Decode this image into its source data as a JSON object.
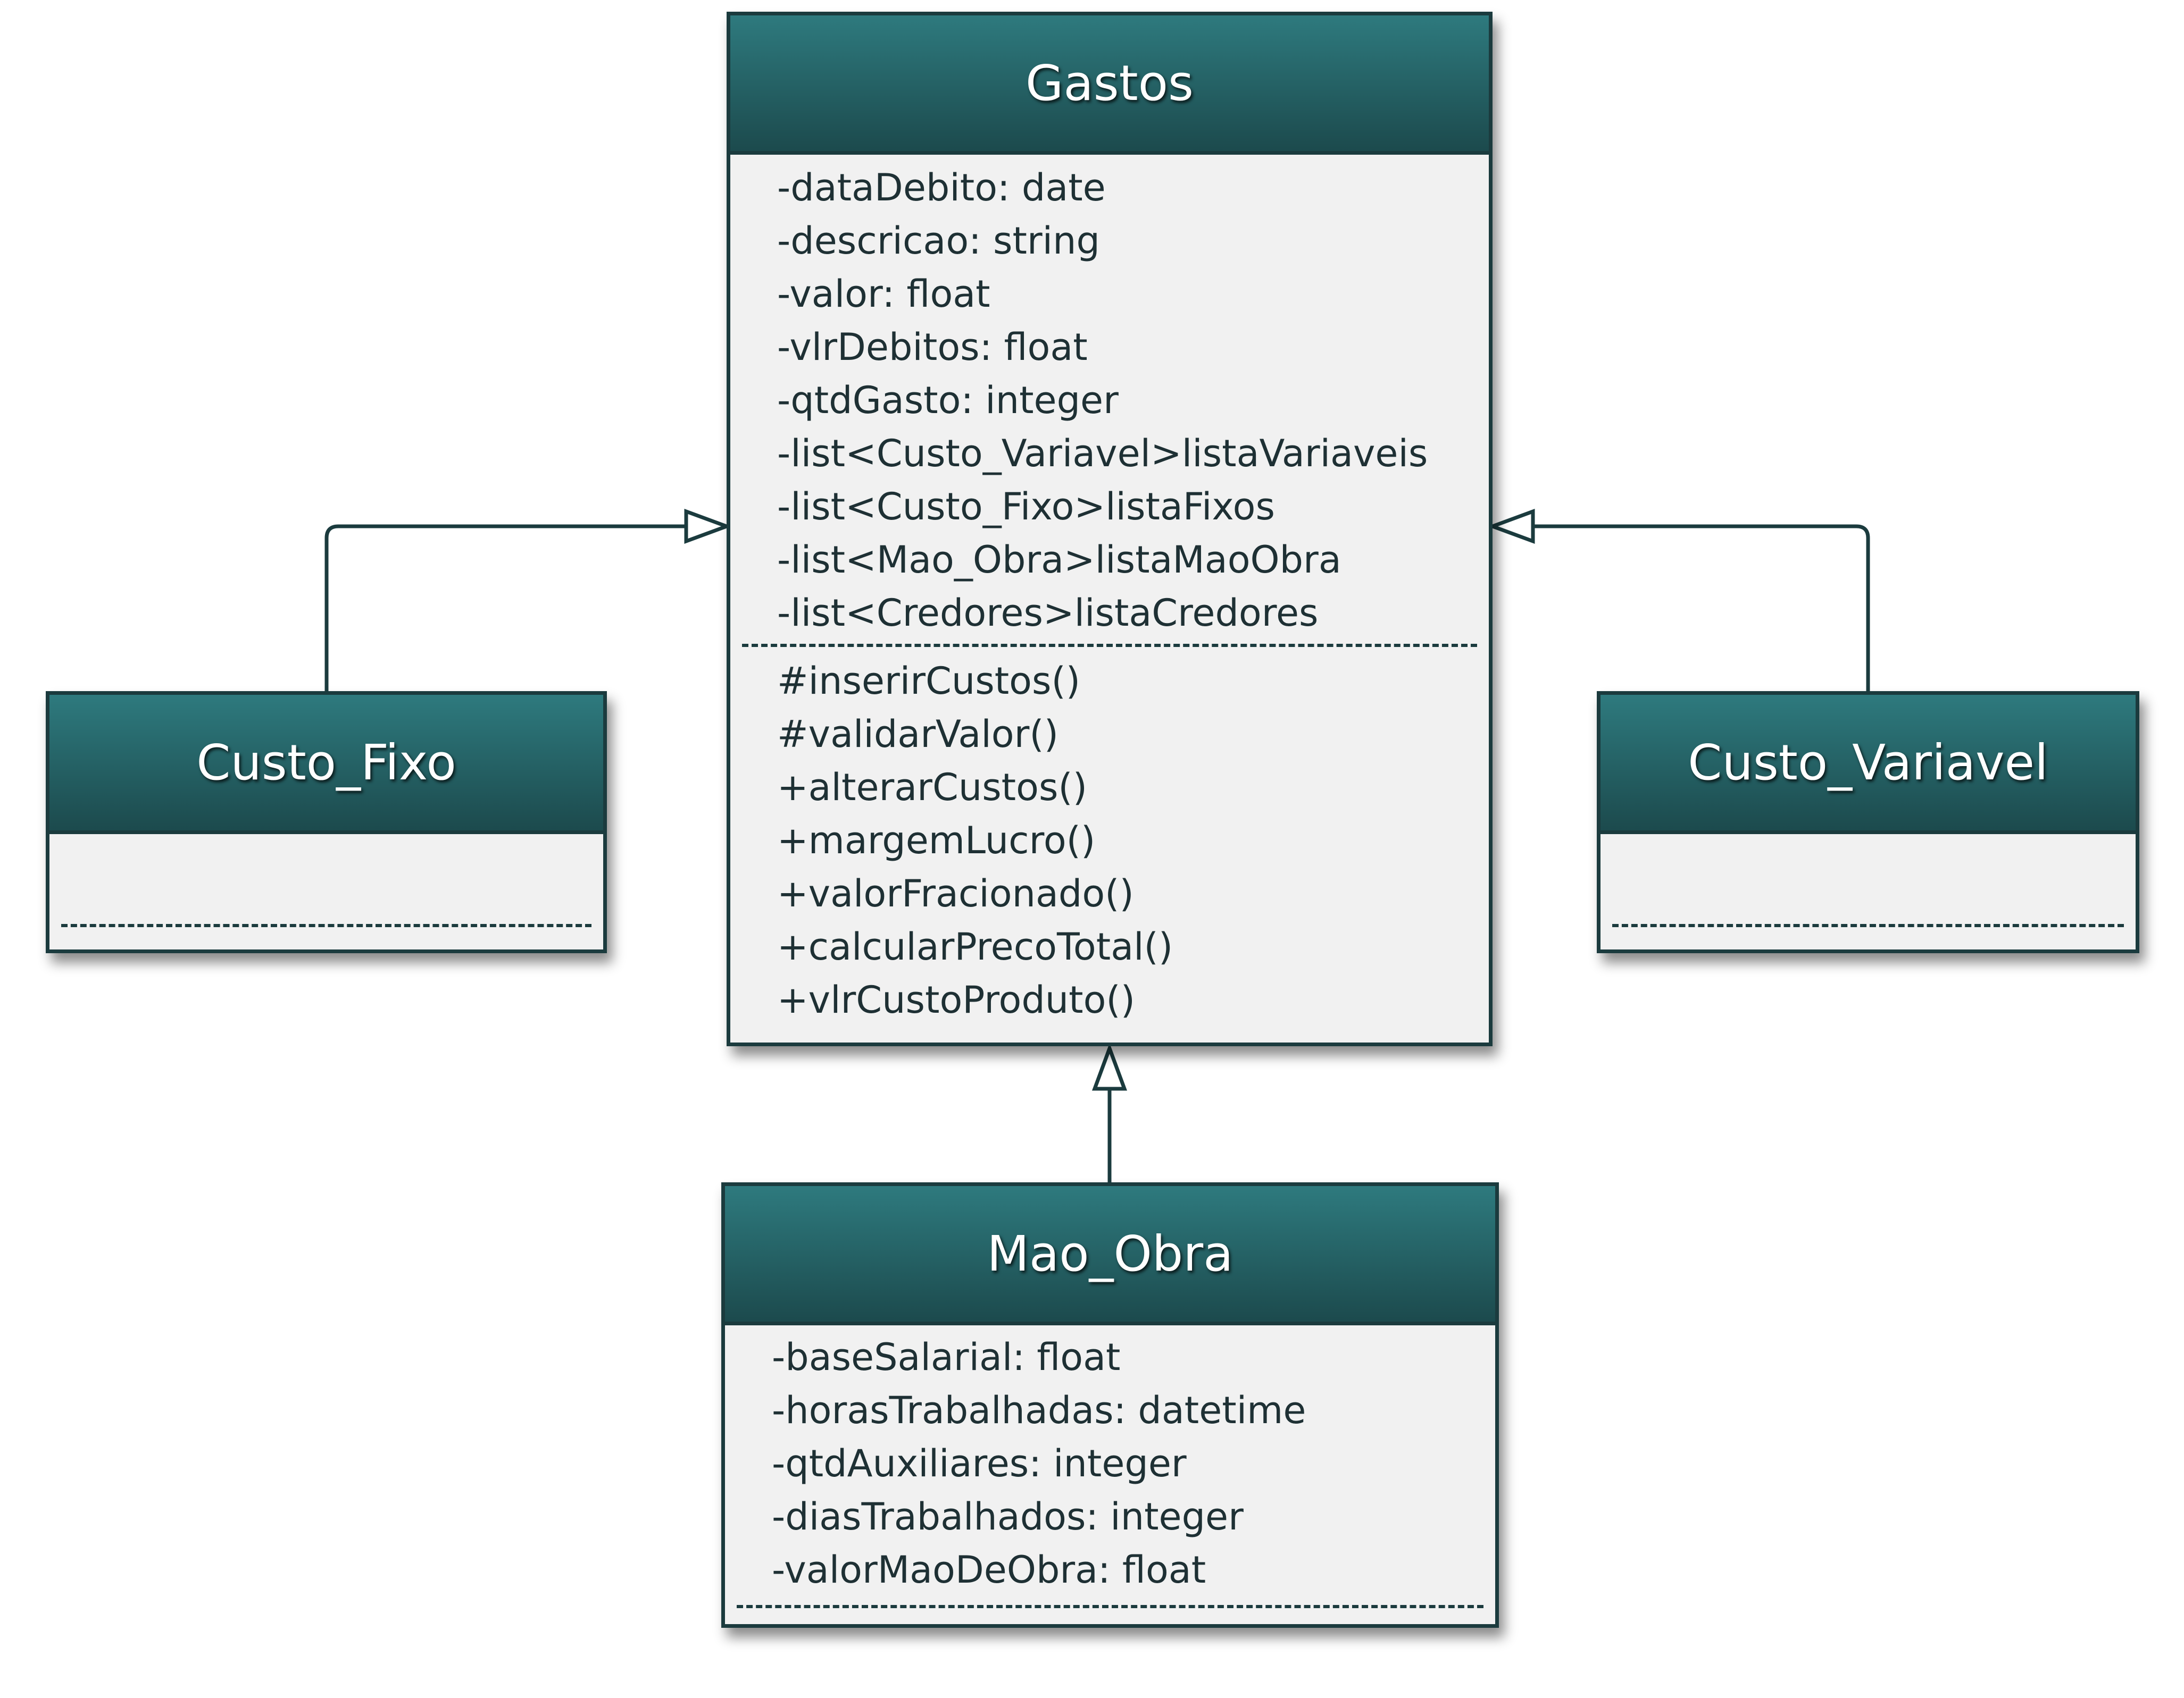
{
  "colors": {
    "header_top": "#2e7a7e",
    "header_bottom": "#1c4a4d",
    "border": "#1b3b3e",
    "body": "#f1f1f1",
    "text": "#1e3034"
  },
  "classes": {
    "gastos": {
      "name": "Gastos",
      "attributes": [
        "-dataDebito: date",
        "-descricao: string",
        "-valor: float",
        "-vlrDebitos: float",
        "-qtdGasto: integer",
        "-list<Custo_Variavel>listaVariaveis",
        "-list<Custo_Fixo>listaFixos",
        "-list<Mao_Obra>listaMaoObra",
        "-list<Credores>listaCredores"
      ],
      "operations": [
        "#inserirCustos()",
        "#validarValor()",
        "+alterarCustos()",
        "+margemLucro()",
        "+valorFracionado()",
        "+calcularPrecoTotal()",
        "+vlrCustoProduto()"
      ]
    },
    "custo_fixo": {
      "name": "Custo_Fixo",
      "attributes": [],
      "operations": []
    },
    "custo_variavel": {
      "name": "Custo_Variavel",
      "attributes": [],
      "operations": []
    },
    "mao_obra": {
      "name": "Mao_Obra",
      "attributes": [
        "-baseSalarial: float",
        "-horasTrabalhadas: datetime",
        "-qtdAuxiliares: integer",
        "-diasTrabalhados: integer",
        "-valorMaoDeObra: float"
      ],
      "operations": []
    }
  },
  "relationships": [
    {
      "type": "generalization",
      "from": "Custo_Fixo",
      "to": "Gastos"
    },
    {
      "type": "generalization",
      "from": "Custo_Variavel",
      "to": "Gastos"
    },
    {
      "type": "generalization",
      "from": "Mao_Obra",
      "to": "Gastos"
    }
  ]
}
